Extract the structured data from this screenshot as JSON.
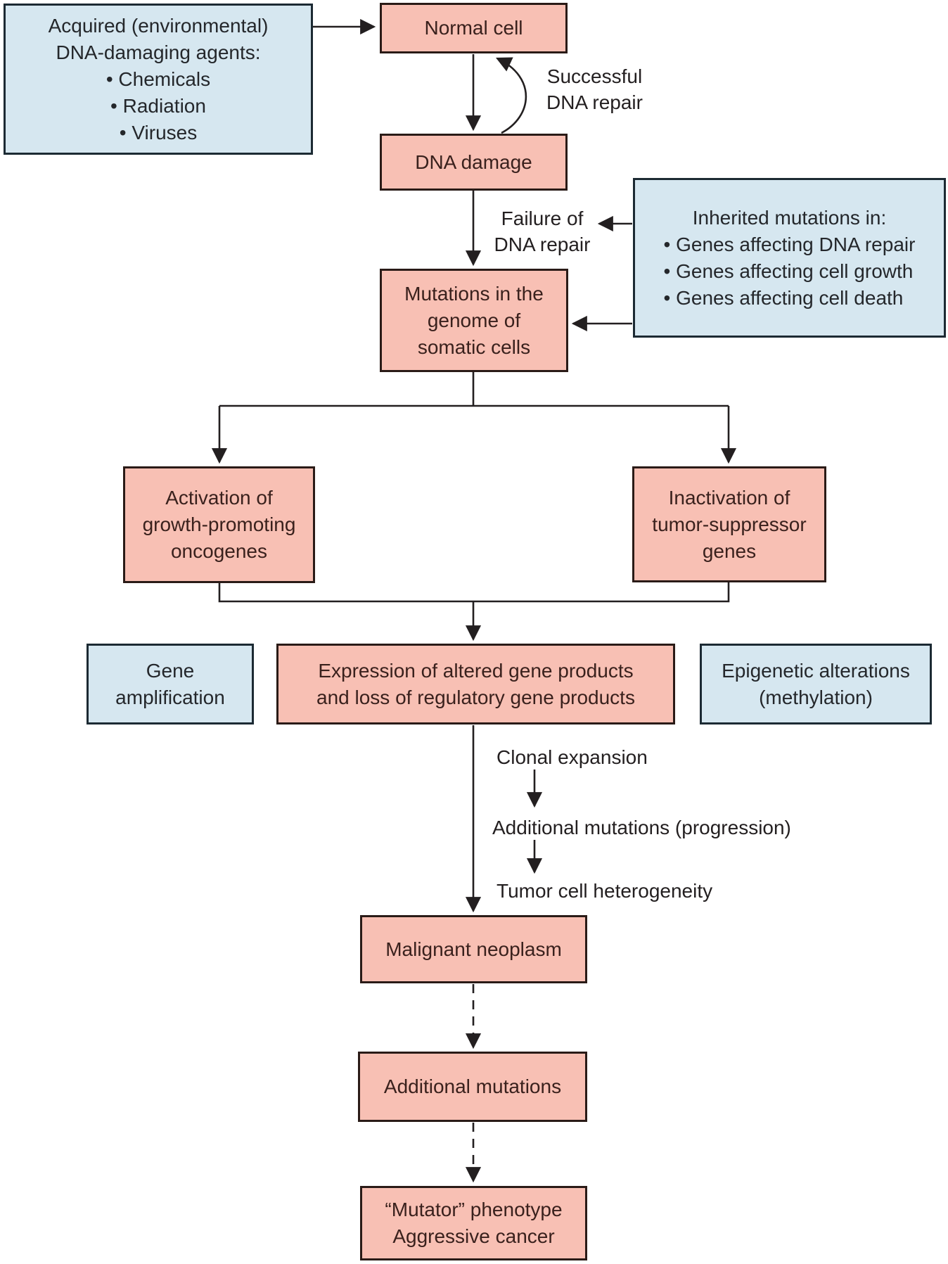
{
  "figure": {
    "description": "Flowchart of carcinogenesis from DNA damage to aggressive cancer"
  },
  "colors": {
    "process_box_fill": "#f8c0b4",
    "process_box_border": "#2a1b17",
    "info_box_fill": "#d6e7f0",
    "info_box_border": "#1c2a33",
    "line": "#231f20",
    "text": "#231f20",
    "background": "#ffffff"
  },
  "boxes": {
    "acquired_agents": {
      "lines": [
        "Acquired (environmental)",
        "DNA-damaging agents:",
        "• Chemicals",
        "• Radiation",
        "• Viruses"
      ]
    },
    "normal_cell": {
      "lines": [
        "Normal cell"
      ]
    },
    "dna_damage": {
      "lines": [
        "DNA damage"
      ]
    },
    "inherited_mutations": {
      "title": "Inherited mutations in:",
      "bullets": [
        "• Genes affecting DNA repair",
        "• Genes affecting cell growth",
        "• Genes affecting cell death"
      ]
    },
    "somatic_mutations": {
      "lines": [
        "Mutations in the",
        "genome of",
        "somatic cells"
      ]
    },
    "oncogene_activation": {
      "lines": [
        "Activation of",
        "growth-promoting",
        "oncogenes"
      ]
    },
    "tumor_suppressor_inactivation": {
      "lines": [
        "Inactivation of",
        "tumor-suppressor",
        "genes"
      ]
    },
    "gene_amplification": {
      "lines": [
        "Gene",
        "amplification"
      ]
    },
    "altered_expression": {
      "lines": [
        "Expression of altered gene products",
        "and loss of regulatory gene products"
      ]
    },
    "epigenetic_alterations": {
      "lines": [
        "Epigenetic alterations",
        "(methylation)"
      ]
    },
    "malignant_neoplasm": {
      "lines": [
        "Malignant neoplasm"
      ]
    },
    "additional_mutations": {
      "lines": [
        "Additional mutations"
      ]
    },
    "mutator_phenotype": {
      "lines": [
        "“Mutator” phenotype",
        "Aggressive cancer"
      ]
    }
  },
  "labels": {
    "successful_repair": {
      "lines": [
        "Successful",
        "DNA repair"
      ]
    },
    "failure_repair": {
      "lines": [
        "Failure of",
        "DNA repair"
      ]
    },
    "clonal_expansion": "Clonal expansion",
    "progression": "Additional mutations (progression)",
    "heterogeneity": "Tumor cell heterogeneity"
  }
}
